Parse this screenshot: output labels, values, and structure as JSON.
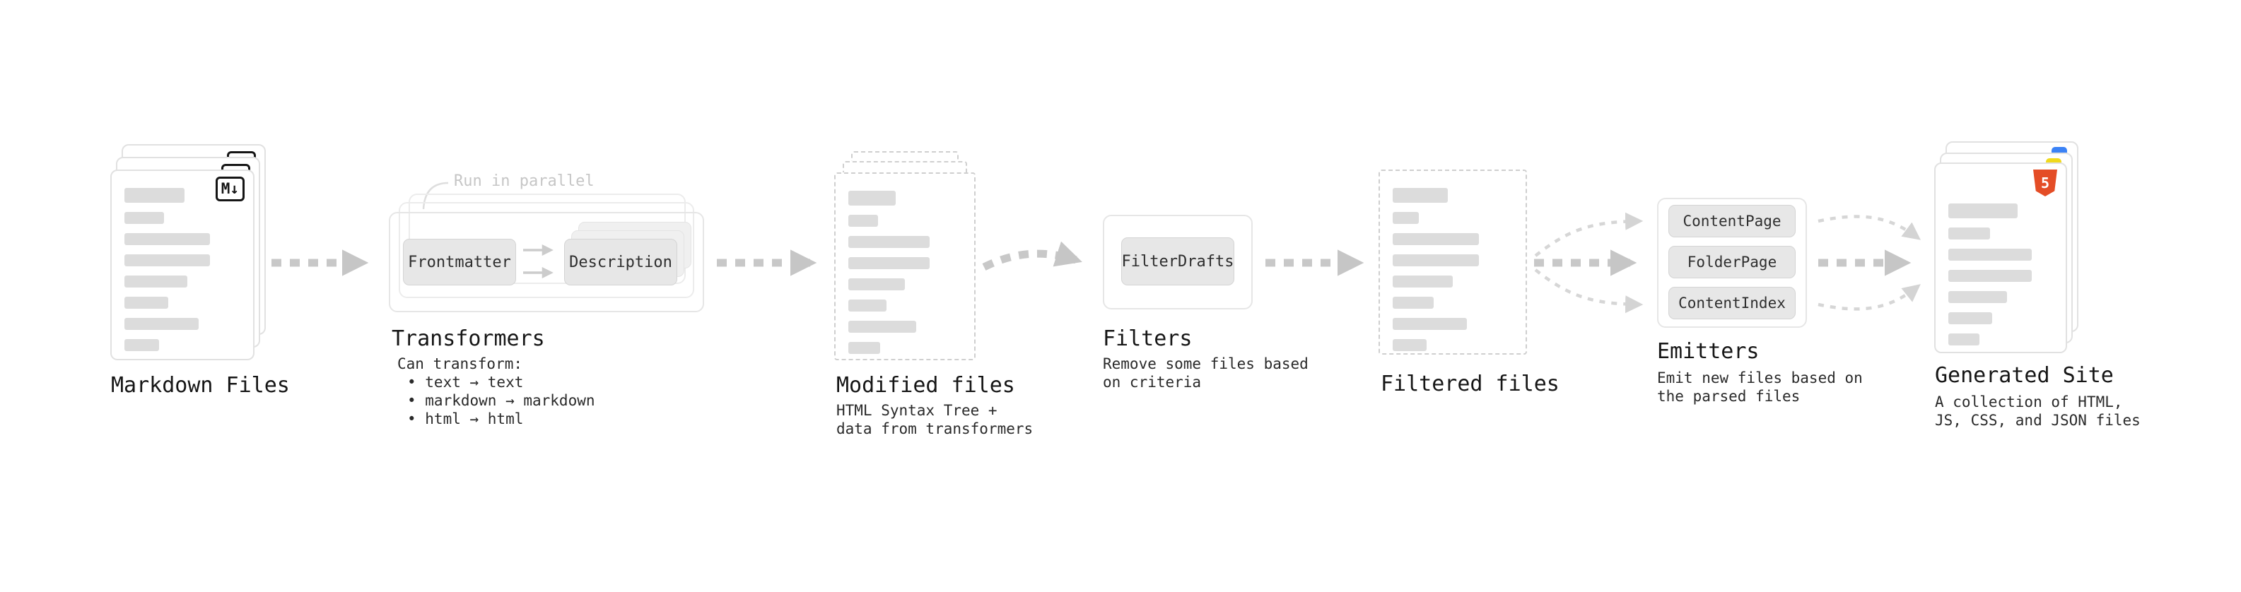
{
  "stages": {
    "markdown_files": {
      "label": "Markdown Files",
      "badge": "M↓"
    },
    "transformers": {
      "label": "Transformers",
      "note": "Run in parallel",
      "nodes": [
        "Frontmatter",
        "Description"
      ],
      "desc": [
        "Can transform:",
        "• text → text",
        "• markdown → markdown",
        "• html → html"
      ]
    },
    "modified_files": {
      "label": "Modified files",
      "desc": [
        "HTML Syntax Tree +",
        "data from transformers"
      ]
    },
    "filters": {
      "label": "Filters",
      "nodes": [
        "FilterDrafts"
      ],
      "desc": [
        "Remove some files based",
        "on criteria"
      ]
    },
    "filtered_files": {
      "label": "Filtered files"
    },
    "emitters": {
      "label": "Emitters",
      "nodes": [
        "ContentPage",
        "FolderPage",
        "ContentIndex"
      ],
      "desc": [
        "Emit new files based on",
        "the parsed files"
      ]
    },
    "generated_site": {
      "label": "Generated Site",
      "badge": "5",
      "desc": [
        "A collection of HTML,",
        "JS, CSS, and JSON files"
      ]
    }
  },
  "icons": {
    "markdown": "markdown-icon",
    "html5": "html5-icon",
    "arrow": "flow-arrow-icon"
  },
  "colors": {
    "arrow_thick": "#c8c8c8",
    "arrow_thin": "#d6d6d6",
    "card_border": "#e1e1e1",
    "dashed_border": "#cfcfcf",
    "placeholder_line": "#dcdcdc",
    "node_fill": "#e7e7e7",
    "text": "#1c1c1c",
    "muted_note": "#c6c6c6",
    "html5_orange": "#e44d26"
  }
}
